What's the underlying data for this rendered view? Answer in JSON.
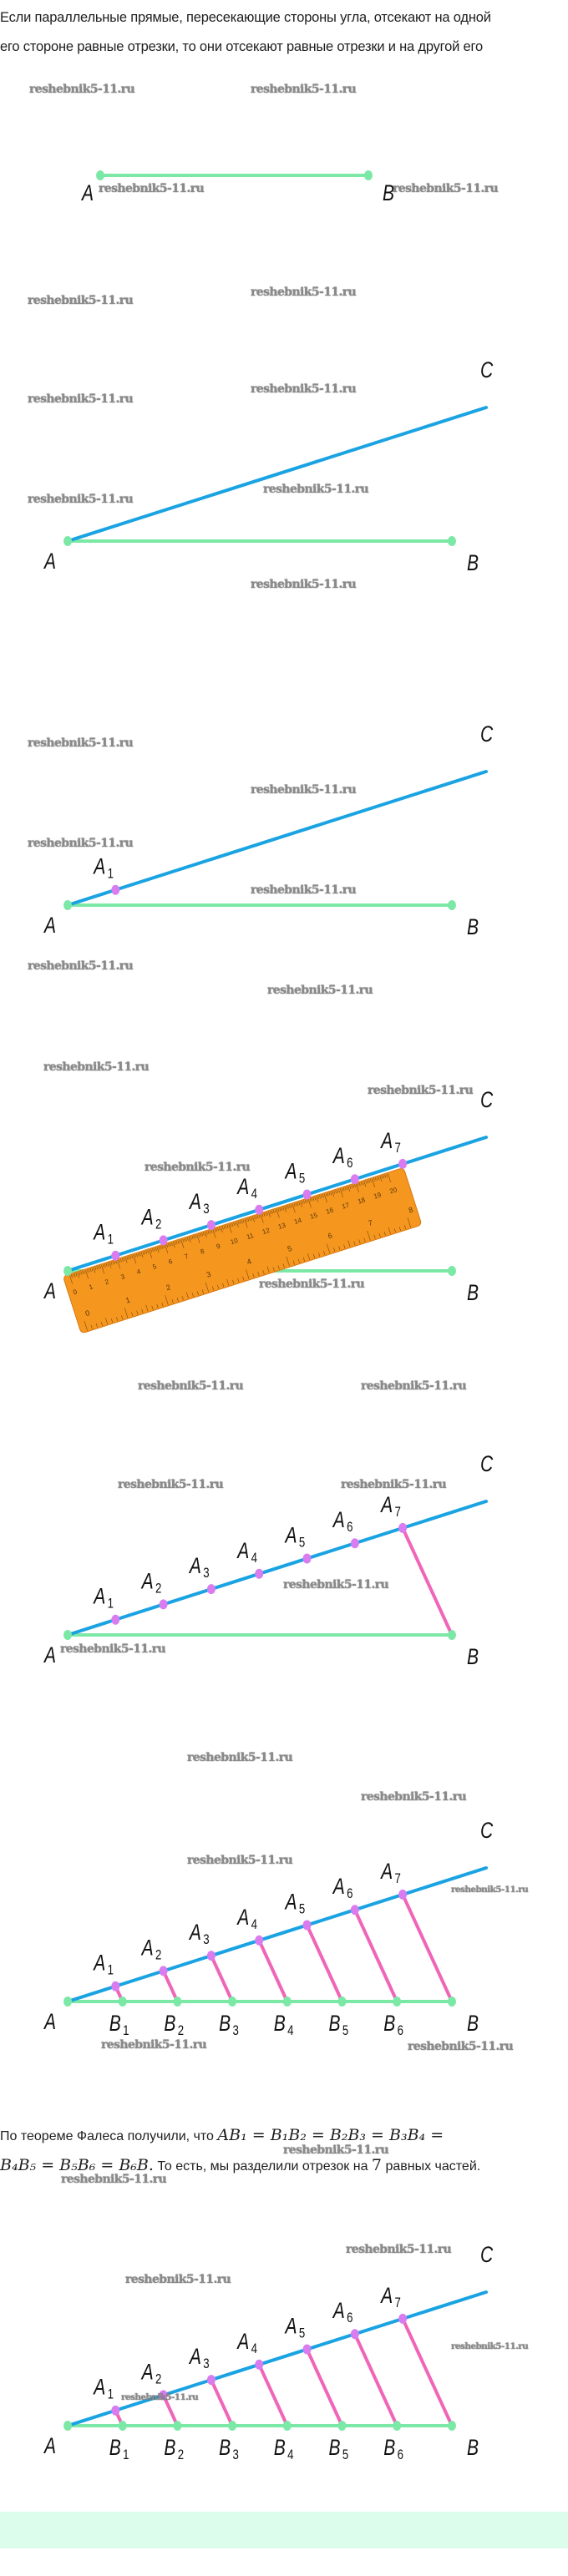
{
  "intro": {
    "line1": "Если параллельные прямые, пересекающие стороны угла, отсекают на одной",
    "line2": "его стороне равные отрезки, то они отсекают равные отрезки и на другой его"
  },
  "watermark": "reshebnik5-11.ru",
  "labels": {
    "A": "A",
    "B": "B",
    "C": "C",
    "a_subs": [
      "1",
      "2",
      "3",
      "4",
      "5",
      "6",
      "7"
    ],
    "b_subs": [
      "1",
      "2",
      "3",
      "4",
      "5",
      "6"
    ]
  },
  "ruler": {
    "cm_labels": [
      "0",
      "1",
      "2",
      "3",
      "4",
      "5",
      "6",
      "7",
      "8",
      "9",
      "10",
      "11",
      "12",
      "13",
      "14",
      "15",
      "16",
      "17",
      "18",
      "19",
      "20"
    ],
    "inch_labels": [
      "0",
      "1",
      "2",
      "3",
      "4",
      "5",
      "6",
      "7",
      "8"
    ]
  },
  "conclusion": {
    "text_before": "По теореме Фалеса получили, что ",
    "math_line1": "AB₁ = B₁B₂ = B₂B₃ = B₃B₄ =",
    "math_line2": "B₄B₅ = B₅B₆ = B₆B.",
    "text_after": " То есть, мы разделили отрезок на ",
    "number": "7",
    "text_end": " равных частей."
  },
  "colors": {
    "blue": "#1aa3e2",
    "green": "#7be8a6",
    "pink": "#f065b8",
    "point": "#d97cf0",
    "ruler": "#f5961f",
    "mint": "#dcfcec"
  }
}
